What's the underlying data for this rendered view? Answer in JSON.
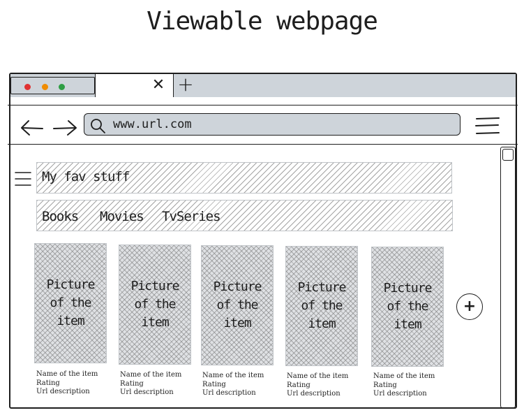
{
  "title": "Viewable webpage",
  "browser": {
    "url": "www.url.com",
    "tab_close_icon": "close-icon",
    "new_tab_icon": "plus-icon",
    "dots": {
      "red": "#e03131",
      "orange": "#f08c00",
      "green": "#2f9e44"
    },
    "chrome_fill": "#ced4da"
  },
  "site": {
    "title": "My fav stuff",
    "nav": [
      "Books",
      "Movies",
      "TvSeries"
    ]
  },
  "cards": [
    {
      "picture_label": [
        "Picture",
        "of the",
        "item"
      ],
      "name": "Name of the item",
      "rating": "Rating",
      "description": "Url description"
    },
    {
      "picture_label": [
        "Picture",
        "of the",
        "item"
      ],
      "name": "Name of the item",
      "rating": "Rating",
      "description": "Url description"
    },
    {
      "picture_label": [
        "Picture",
        "of the",
        "item"
      ],
      "name": "Name of the item",
      "rating": "Rating",
      "description": "Url description"
    },
    {
      "picture_label": [
        "Picture",
        "of the",
        "item"
      ],
      "name": "Name of the item",
      "rating": "Rating",
      "description": "Url description"
    },
    {
      "picture_label": [
        "Picture",
        "of the",
        "item"
      ],
      "name": "Name of the item",
      "rating": "Rating",
      "description": "Url description"
    }
  ],
  "add_button": "+"
}
